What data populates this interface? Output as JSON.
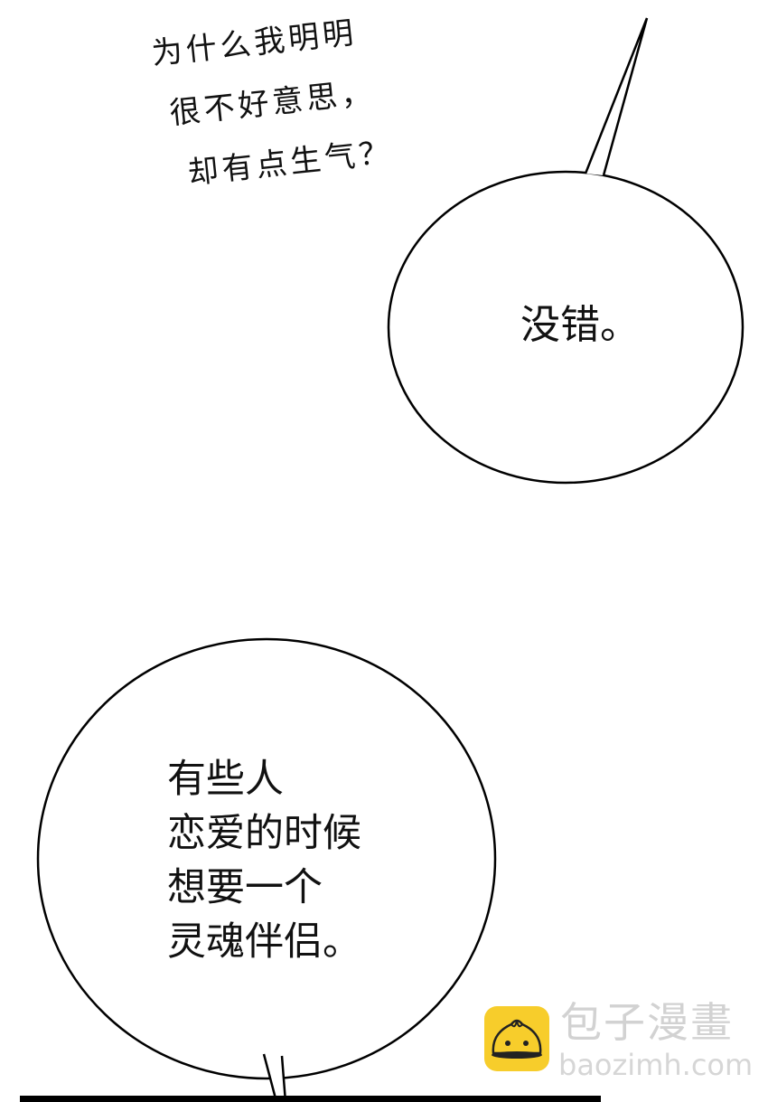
{
  "narration": {
    "lines": [
      "为什么我明明",
      "很不好意思，",
      "却有点生气？"
    ]
  },
  "bubble_top": {
    "text": "没错。"
  },
  "bubble_bottom": {
    "lines": [
      "有些人",
      "恋爱的时候",
      "想要一个",
      "灵魂伴侣。"
    ]
  },
  "watermark": {
    "name": "包子漫畫",
    "url": "baozimh.com",
    "logo_color": "#f7cd2b",
    "icon": "steamed-bun-icon"
  }
}
